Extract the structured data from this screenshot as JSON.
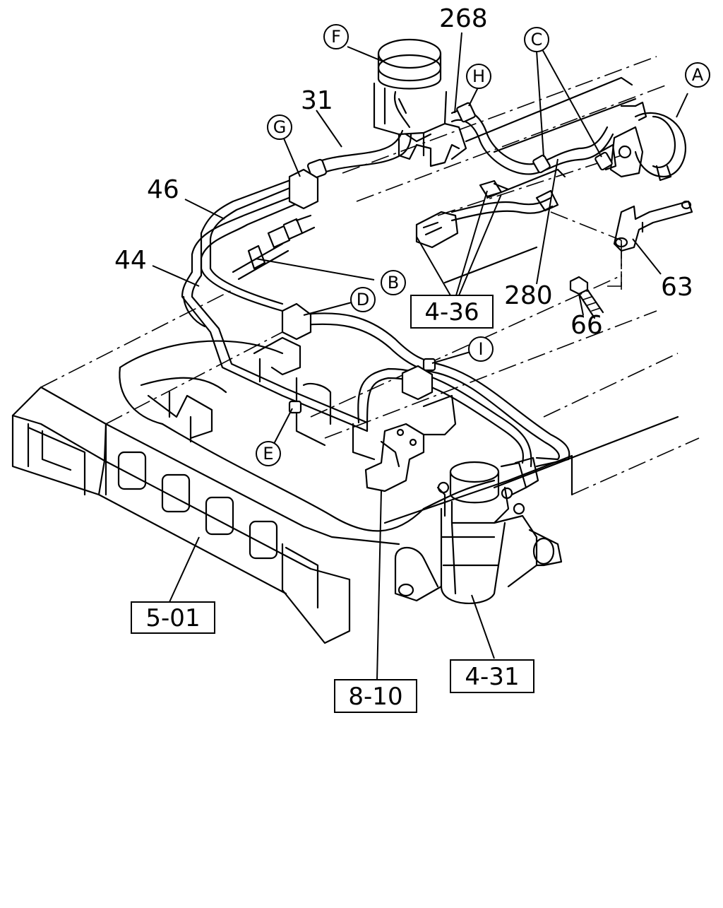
{
  "diagram": {
    "part_numbers": {
      "p268": "268",
      "p31": "31",
      "p46": "46",
      "p44": "44",
      "p280": "280",
      "p63": "63",
      "p66": "66"
    },
    "circle_labels": {
      "F": "F",
      "H": "H",
      "C": "C",
      "A": "A",
      "G": "G",
      "B": "B",
      "D": "D",
      "I": "I",
      "E": "E"
    },
    "reference_boxes": {
      "r436": "4-36",
      "r501": "5-01",
      "r431": "4-31",
      "r810": "8-10"
    }
  }
}
